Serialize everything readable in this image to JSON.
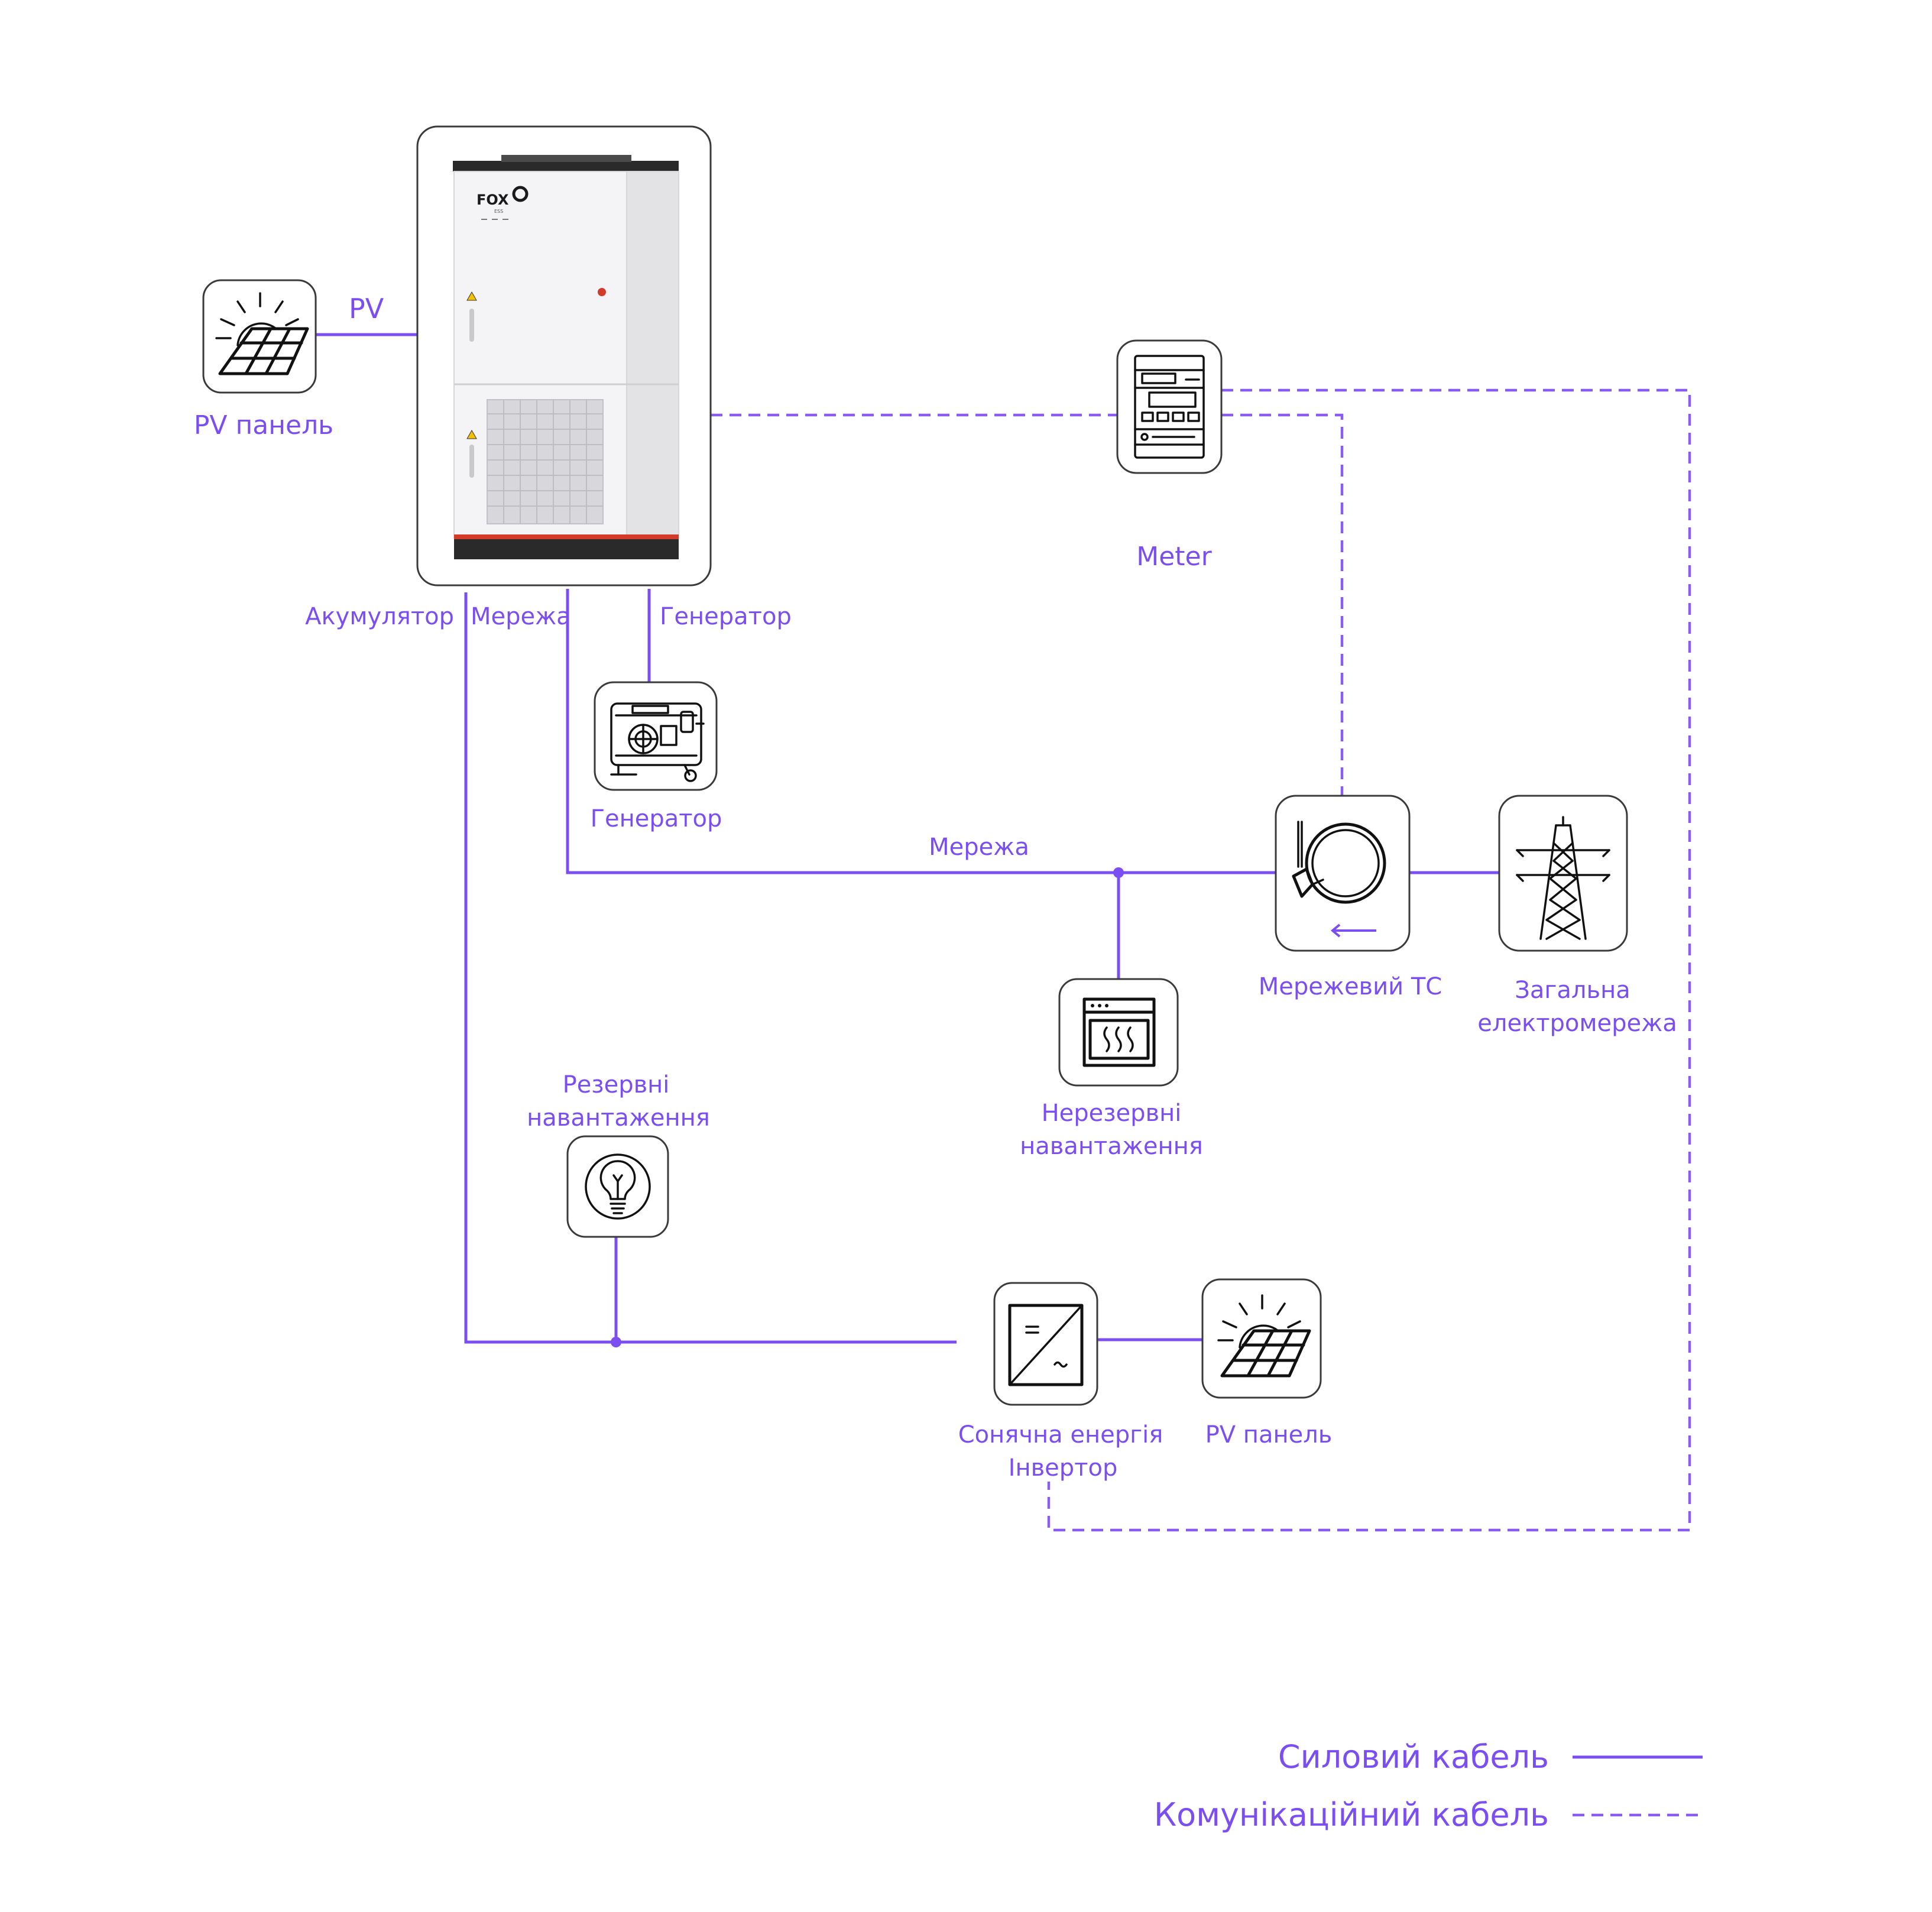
{
  "colors": {
    "accent": "#7a4ef0",
    "line": "#7a4ef0",
    "icon_ink": "#111111",
    "cabinet_trim": "#d23a2a"
  },
  "cabinet": {
    "brand": "FOX",
    "brand_sub": "ESS",
    "icon": "battery-cabinet-image"
  },
  "labels": {
    "pv_link": "PV",
    "pv_panel_top": "PV панель",
    "meter": "Meter",
    "battery": "Акумулятор",
    "grid_port": "Мережа",
    "generator_port": "Генератор",
    "generator": "Генератор",
    "grid_line": "Мережа",
    "grid_ct": "Мережевий ТС",
    "utility_grid_1": "Загальна",
    "utility_grid_2": "електромережа",
    "non_backup_1": "Нерезервні",
    "non_backup_2": "навантаження",
    "backup_1": "Резервні",
    "backup_2": "навантаження",
    "solar_inverter_1": "Сонячна енергія",
    "solar_inverter_2": "Інвертор",
    "pv_panel_bottom": "PV панель"
  },
  "legend": {
    "power_cable": "Силовий кабель",
    "comm_cable": "Комунікаційний кабель"
  },
  "icons": {
    "pv_top": "solar-panel-icon",
    "meter": "electricity-meter-icon",
    "generator": "generator-icon",
    "ct": "current-transformer-icon",
    "tower": "power-tower-icon",
    "oven": "oven-icon",
    "bulb": "light-bulb-icon",
    "inverter": "inverter-icon",
    "pv_bottom": "solar-panel-icon"
  }
}
